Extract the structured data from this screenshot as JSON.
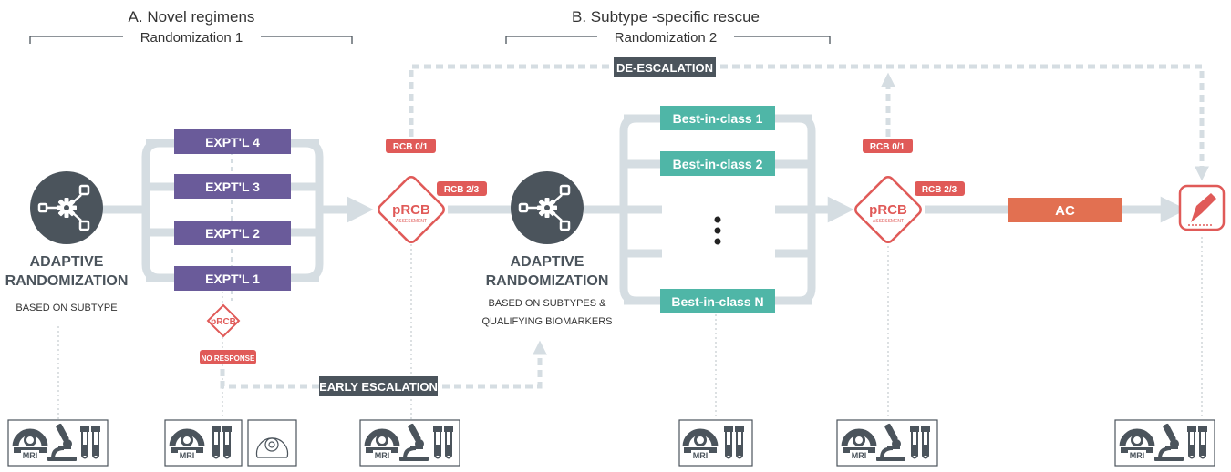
{
  "section_a": {
    "title": "A. Novel regimens",
    "randomization": "Randomization 1"
  },
  "section_b": {
    "title": "B. Subtype -specific rescue",
    "randomization": "Randomization 2"
  },
  "de_escalation": "DE-ESCALATION",
  "early_escalation": "EARLY ESCALATION",
  "adaptive1": {
    "title_line1": "ADAPTIVE",
    "title_line2": "RANDOMIZATION",
    "subtitle": "BASED ON  SUBTYPE"
  },
  "adaptive2": {
    "title_line1": "ADAPTIVE",
    "title_line2": "RANDOMIZATION",
    "subtitle_line1": "BASED ON  SUBTYPES &",
    "subtitle_line2": "QUALIFYING BIOMARKERS"
  },
  "experimental_arms": [
    "EXPT'L 4",
    "EXPT'L 3",
    "EXPT'L 2",
    "EXPT'L 1"
  ],
  "best_in_class": [
    "Best-in-class 1",
    "Best-in-class 2",
    "Best-in-class N"
  ],
  "ellipsis": "⋮",
  "prcb_small": "pRCB",
  "no_response": "NO RESPONSE",
  "prcb1": {
    "label": "pRCB",
    "sub": "ASSESSMENT",
    "rcb01": "RCB 0/1",
    "rcb23": "RCB 2/3"
  },
  "prcb2": {
    "label": "pRCB",
    "sub": "ASSESSMENT",
    "rcb01": "RCB 0/1",
    "rcb23": "RCB 2/3"
  },
  "ac_label": "AC",
  "mri_label": "MRI",
  "icons": {
    "randomizer": "network-gear-icon",
    "surgery": "surgery-pen-icon",
    "mri": "mri-scanner-icon",
    "microscope": "microscope-icon",
    "tubes": "blood-tubes-icon",
    "ultrasound": "ultrasound-icon"
  },
  "colors": {
    "purple": "#6a5b9a",
    "teal": "#4fb6a7",
    "red": "#e05a58",
    "orange": "#e27051",
    "dark": "#4b545c",
    "connector": "#d5dde2"
  }
}
